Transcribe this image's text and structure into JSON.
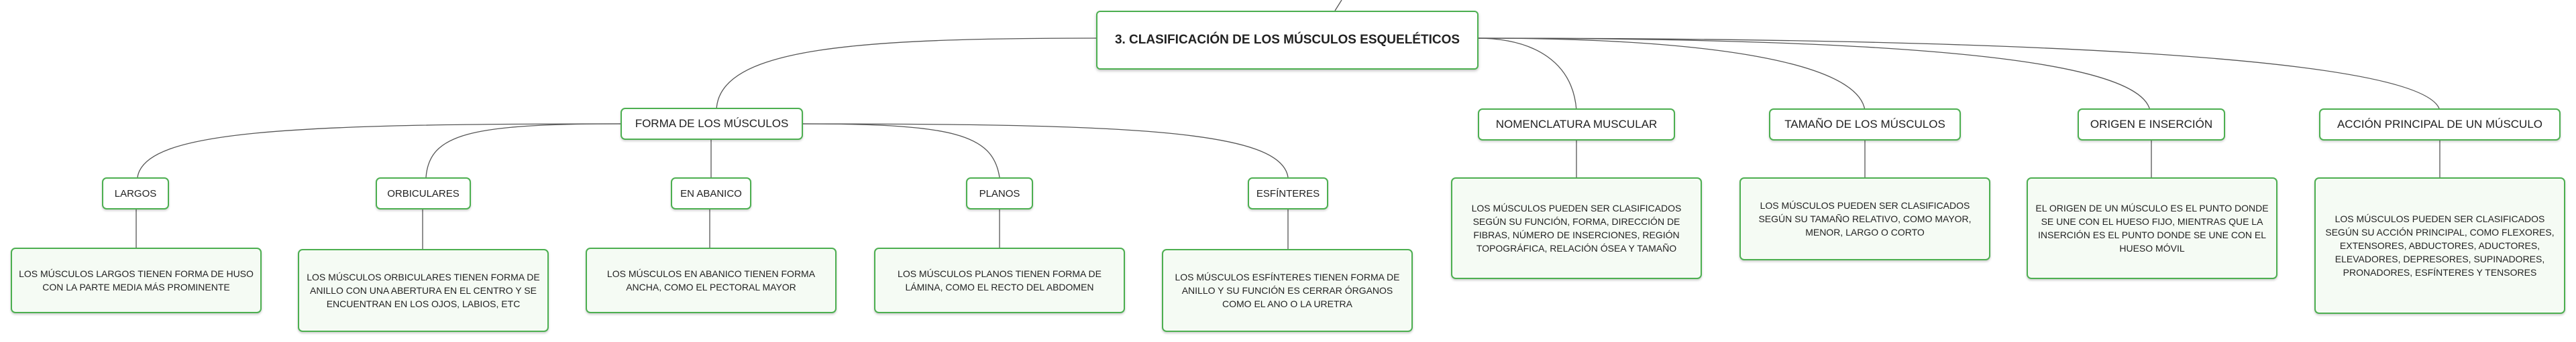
{
  "root": {
    "title": "3. CLASIFICACIÓN DE LOS MÚSCULOS ESQUELÉTICOS"
  },
  "forma": {
    "title": "FORMA DE LOS MÚSCULOS",
    "subtypes": [
      {
        "title": "LARGOS",
        "text": "LOS MÚSCULOS LARGOS TIENEN FORMA DE HUSO CON LA PARTE MEDIA MÁS PROMINENTE"
      },
      {
        "title": "ORBICULARES",
        "text": "LOS MÚSCULOS ORBICULARES TIENEN FORMA DE ANILLO CON UNA ABERTURA EN EL CENTRO Y SE ENCUENTRAN EN LOS OJOS, LABIOS, ETC"
      },
      {
        "title": "EN ABANICO",
        "text": "LOS MÚSCULOS EN ABANICO TIENEN FORMA ANCHA, COMO EL PECTORAL MAYOR"
      },
      {
        "title": "PLANOS",
        "text": "LOS MÚSCULOS PLANOS TIENEN FORMA DE LÁMINA, COMO EL RECTO DEL ABDOMEN"
      },
      {
        "title": "ESFÍNTERES",
        "text": "LOS MÚSCULOS ESFÍNTERES TIENEN FORMA DE ANILLO Y SU FUNCIÓN ES CERRAR ÓRGANOS COMO EL ANO O LA URETRA"
      }
    ]
  },
  "categories": [
    {
      "title": "NOMENCLATURA MUSCULAR",
      "text": "LOS MÚSCULOS PUEDEN SER CLASIFICADOS SEGÚN SU FUNCIÓN, FORMA, DIRECCIÓN DE FIBRAS, NÚMERO DE INSERCIONES, REGIÓN TOPOGRÁFICA, RELACIÓN ÓSEA Y TAMAÑO"
    },
    {
      "title": "TAMAÑO DE LOS MÚSCULOS",
      "text": "LOS MÚSCULOS PUEDEN SER CLASIFICADOS SEGÚN SU TAMAÑO RELATIVO, COMO MAYOR, MENOR, LARGO O CORTO"
    },
    {
      "title": "ORIGEN E INSERCIÓN",
      "text": "EL ORIGEN DE UN MÚSCULO ES EL PUNTO DONDE SE UNE CON EL HUESO FIJO, MIENTRAS QUE LA INSERCIÓN ES EL PUNTO DONDE SE UNE CON EL HUESO MÓVIL"
    },
    {
      "title": "ACCIÓN PRINCIPAL DE UN MÚSCULO",
      "text": "LOS MÚSCULOS PUEDEN SER CLASIFICADOS SEGÚN SU ACCIÓN PRINCIPAL, COMO FLEXORES, EXTENSORES, ABDUCTORES, ADUCTORES, ELEVADORES, DEPRESORES, SUPINADORES, PRONADORES, ESFÍNTERES Y TENSORES"
    }
  ],
  "colors": {
    "border": "#4caf50",
    "line": "#555555",
    "leaf_fill": "#f5fbf4"
  }
}
